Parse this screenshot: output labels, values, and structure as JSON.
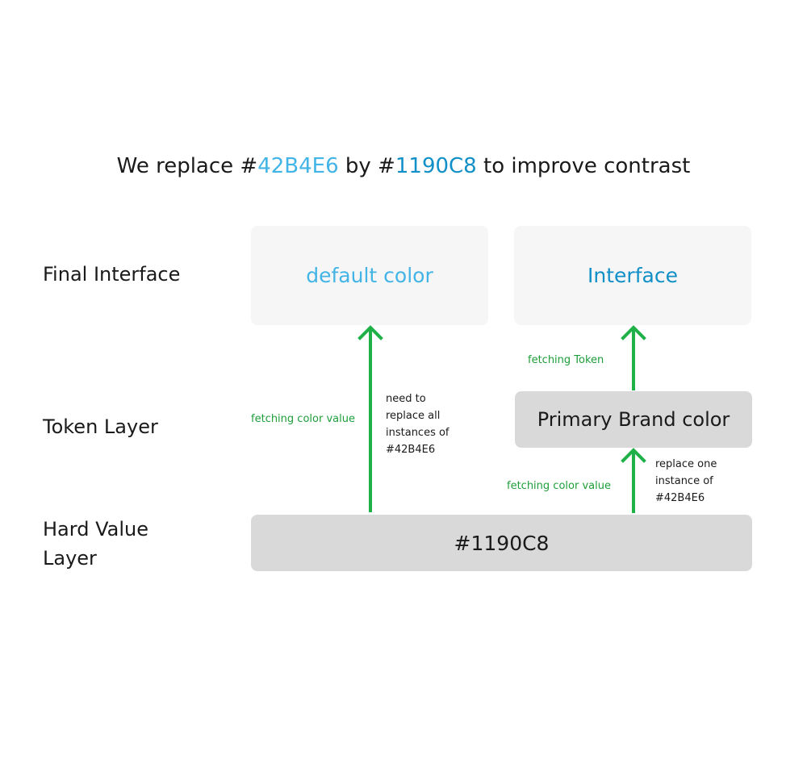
{
  "title": {
    "prefix": "We replace #",
    "old_hex": "42B4E6",
    "middle": " by #",
    "new_hex": "1190C8",
    "suffix": " to improve contrast"
  },
  "rows": {
    "final_interface": "Final Interface",
    "token_layer": "Token Layer",
    "hard_value_line1": "Hard Value",
    "hard_value_line2": "Layer"
  },
  "boxes": {
    "default_color": "default color",
    "interface": "Interface",
    "primary_brand": "Primary Brand color",
    "hard_value": "#1190C8"
  },
  "notes": {
    "fetching_color_value_left": "fetching color value",
    "need_to_replace": [
      "need to",
      "replace all",
      "instances of",
      "#42B4E6"
    ],
    "fetching_token": "fetching Token",
    "fetching_color_value_right": "fetching color value",
    "replace_one": [
      "replace one",
      "instance of",
      "#42B4E6"
    ]
  },
  "colors": {
    "old_blue": "#42B4E6",
    "new_blue": "#1190C8",
    "arrow_green": "#1fb048",
    "label_green": "#1e9e3a",
    "light_box": "#f6f6f6",
    "grey_box": "#d9d9d9"
  }
}
